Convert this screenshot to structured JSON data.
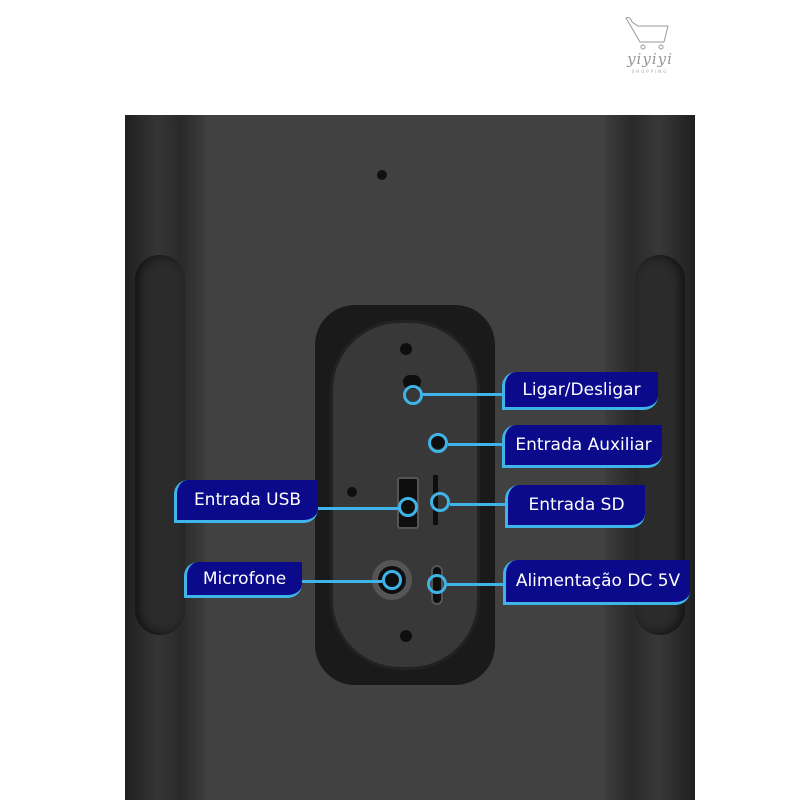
{
  "logo": {
    "text": "yiyiyi",
    "subtext": "SHOPPING",
    "icon": "shopping-cart-icon"
  },
  "colors": {
    "label_bg": "#0a0a8a",
    "accent": "#3fb4e8",
    "body": "#3a3a3a"
  },
  "callouts": [
    {
      "label": "Ligar/Desligar"
    },
    {
      "label": "Entrada Auxiliar"
    },
    {
      "label": "Entrada USB"
    },
    {
      "label": "Entrada SD"
    },
    {
      "label": "Microfone"
    },
    {
      "label": "Alimentação DC 5V"
    }
  ]
}
